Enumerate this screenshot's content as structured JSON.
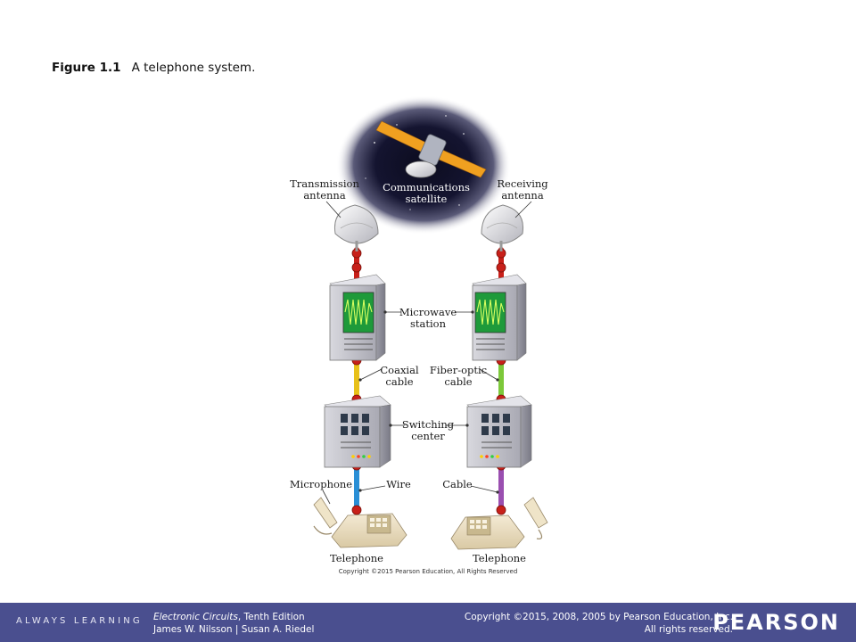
{
  "caption": {
    "number": "Figure 1.1",
    "text": "A telephone system."
  },
  "labels": {
    "transmission_antenna": [
      "Transmission",
      "antenna"
    ],
    "satellite": [
      "Communications",
      "satellite"
    ],
    "receiving_antenna": [
      "Receiving",
      "antenna"
    ],
    "microwave_station": [
      "Microwave",
      "station"
    ],
    "coaxial_cable": [
      "Coaxial",
      "cable"
    ],
    "fiber_optic_cable": [
      "Fiber-optic",
      "cable"
    ],
    "switching_center": [
      "Switching",
      "center"
    ],
    "microphone": "Microphone",
    "wire": "Wire",
    "cable": "Cable",
    "telephone_left": "Telephone",
    "telephone_right": "Telephone",
    "figure_copyright": "Copyright ©2015 Pearson Education, All Rights Reserved"
  },
  "footer": {
    "tagline": "ALWAYS LEARNING",
    "book_title": "Electronic Circuits",
    "edition": ", Tenth Edition",
    "authors": "James W. Nilsson | Susan A. Riedel",
    "copyright_line1": "Copyright ©2015, 2008, 2005 by Pearson Education, Inc.",
    "copyright_line2": "All rights reserved.",
    "brand": "PEARSON"
  },
  "colors": {
    "footer_bg": "#4a4f8f",
    "coax": "#e8c11a",
    "fiber": "#7cc83a",
    "wire": "#2a8fd6",
    "cable": "#9a4fb0",
    "node": "#c8201a",
    "screen": "#1e9a3a"
  }
}
